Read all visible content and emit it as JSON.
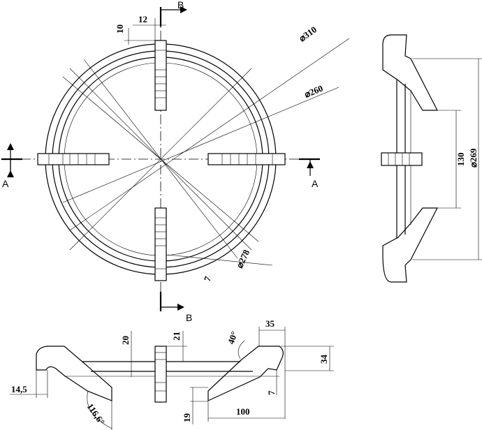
{
  "main_view": {
    "section_b_top": "B",
    "section_b_bottom": "B",
    "section_a_left": "A",
    "section_a_right": "A",
    "dim_width_12": "12",
    "dim_depth_10": "10",
    "dim_dia_310": "⌀310",
    "dim_dia_260": "⌀260",
    "dim_dia_278": "⌀278",
    "dim_7": "7"
  },
  "side_view": {
    "dim_130": "130",
    "dim_dia_269": "⌀269"
  },
  "bottom_view": {
    "dim_20": "20",
    "dim_21": "21",
    "dim_40deg": "40°",
    "dim_35": "35",
    "dim_34": "34",
    "dim_14_5": "14,5",
    "dim_7": "7",
    "dim_19": "19",
    "dim_100": "100",
    "dim_116_6deg": "116,6°"
  }
}
